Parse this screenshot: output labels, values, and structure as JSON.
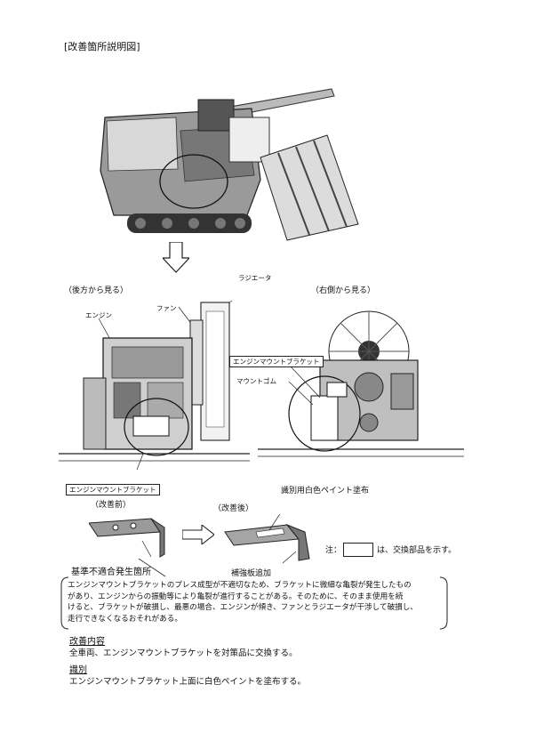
{
  "document": {
    "title": "[改善箇所説明図]",
    "views": {
      "rear": "（後方から見る）",
      "right": "（右側から見る）"
    },
    "labels": {
      "radiator": "ラジエータ",
      "fan": "ファン",
      "engine": "エンジン",
      "engine_mount_bracket_top": "エンジンマウントブラケット",
      "mount_rubber": "マウントゴム",
      "engine_mount_bracket_bottom": "エンジンマウントブラケット",
      "before": "（改善前）",
      "after": "（改善後）",
      "white_paint": "識別用白色ペイント塗布",
      "nonconform": "基準不適合発生箇所",
      "reinforce": "補強板追加",
      "note_prefix": "注：",
      "note_suffix": "は、交換部品を示す。"
    },
    "callout_lines": [
      "エンジンマウントブラケットのプレス成型が不適切なため、ブラケットに微細な亀裂が発生したもの",
      "があり、エンジンからの振動等により亀裂が進行することがある。そのために、そのまま使用を続",
      "けると、ブラケットが破損し、最悪の場合、エンジンが傾き、ファンとラジエータが干渉して破損し、",
      "走行できなくなるおそれがある。"
    ],
    "remedy": {
      "heading": "改善内容",
      "text": "全車両、エンジンマウントブラケットを対策品に交換する。"
    },
    "identify": {
      "heading": "識別",
      "text": "エンジンマウントブラケット上面に白色ペイントを塗布する。"
    }
  }
}
